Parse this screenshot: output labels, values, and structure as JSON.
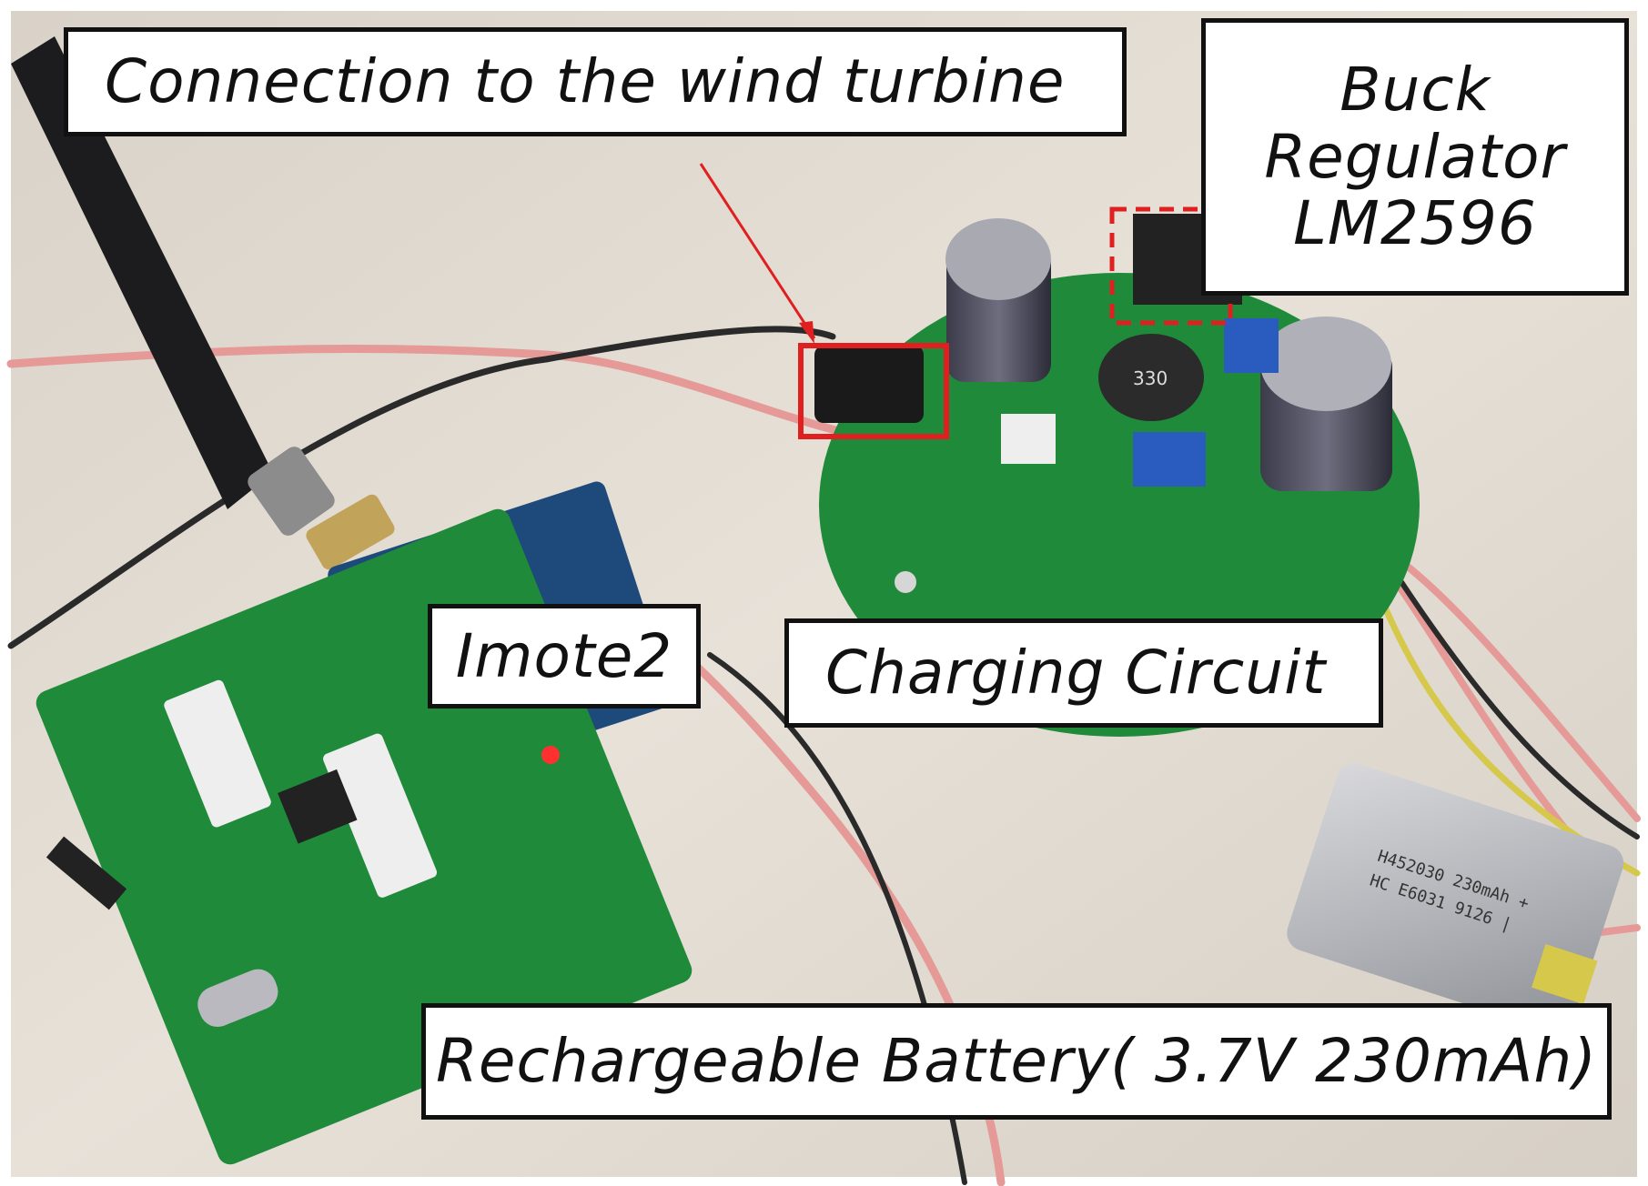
{
  "labels": {
    "connection": "Connection to the wind turbine",
    "buck_line1": "Buck",
    "buck_line2": "Regulator",
    "buck_line3": "LM2596",
    "imote": "Imote2",
    "charging": "Charging Circuit",
    "battery": "Rechargeable Battery( 3.7V 230mAh)"
  },
  "component_markings": {
    "inductor": "330",
    "battery_text_1": "H452030 230mAh +",
    "battery_text_2": "HC E6031 9126 |"
  },
  "colors": {
    "background": "#e4ddd3",
    "pcb_green": "#1f8a3a",
    "highlight_red": "#e02020",
    "wire_pink": "#e59a97",
    "wire_black": "#2a2a2a"
  }
}
